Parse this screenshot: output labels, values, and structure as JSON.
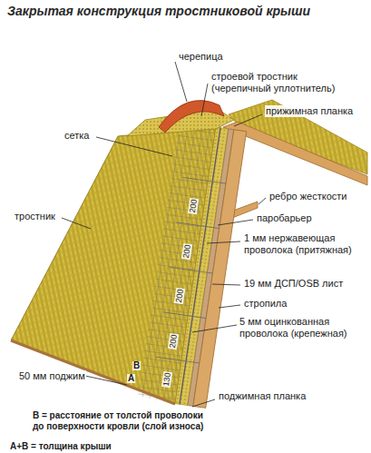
{
  "diagram": {
    "title": "Закрытая конструкция тростниковой крыши",
    "labels": [
      "черепица",
      "строевой тростник (черепичный уплотнитель)",
      "прижимная планка",
      "сетка",
      "тростник",
      "ребро жесткости",
      "паробарьер",
      "1 мм нержавеющая проволока (притяжная)",
      "19 мм ДСП/OSB лист",
      "стропила",
      "5 мм оцинкованная проволока (крепежная)",
      "50 мм поджим",
      "поджимная планка",
      "В = расстояние от толстой проволоки до поверхности кровли (слой износа)",
      "А+В = толщина крыши",
      "200",
      "200",
      "200",
      "200",
      "130",
      "В",
      "А"
    ]
  }
}
